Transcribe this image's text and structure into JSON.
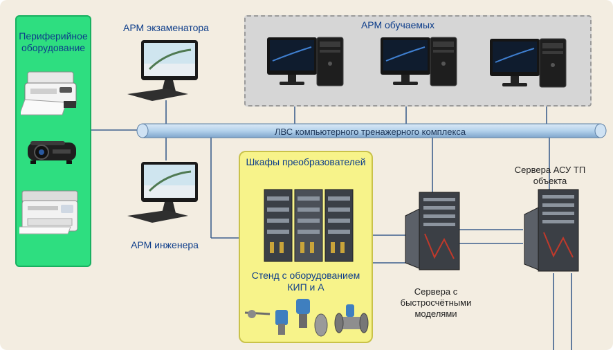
{
  "labels": {
    "peripheral": "Периферийное оборудование",
    "arm_examiner": "АРМ экзаменатора",
    "arm_trainees": "АРМ обучаемых",
    "lan_bus": "ЛВС компьютерного тренажерного комплекса",
    "arm_engineer": "АРМ инженера",
    "converter_cabinets": "Шкафы преобразователей",
    "stand_kip": "Стенд с оборудованием КИП и А",
    "servers_fast": "Сервера с быстросчётными моделями",
    "servers_asu": "Сервера АСУ ТП объекта"
  },
  "colors": {
    "peripheral_fill": "#2ede80",
    "cabinet_fill": "#f7f38a",
    "trainee_fill": "#d6d6d6",
    "bus_fill": "#b4d2ec",
    "label_text": "#0d3d8a"
  },
  "icons": {
    "printer": "laser-printer-icon",
    "projector": "projector-icon",
    "mfp": "multifunction-printer-icon",
    "monitor": "monitor-icon",
    "tower": "pc-tower-icon",
    "server": "server-rack-icon",
    "cabinet": "equipment-cabinet-icon",
    "sensor": "field-sensor-icon"
  }
}
